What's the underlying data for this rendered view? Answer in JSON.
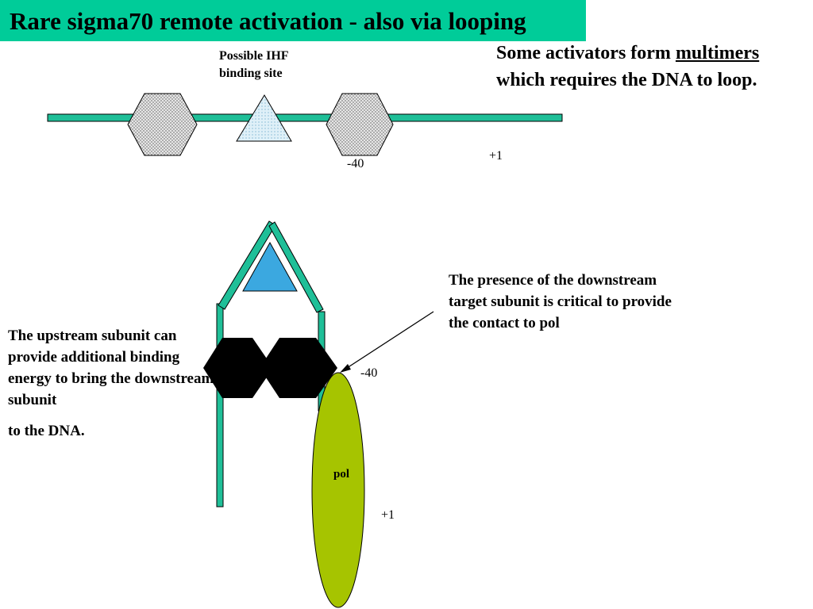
{
  "title": "Rare sigma70 remote activation - also via looping",
  "ihf_label": {
    "line1": "Possible IHF",
    "line2": "binding site"
  },
  "activators_note": {
    "before": "Some activators form ",
    "underlined": "multimers",
    "after": " which requires the DNA to loop."
  },
  "top_markers": {
    "minus40": "-40",
    "plus1": "+1"
  },
  "downstream_note": "The presence of the downstream target subunit is critical to provide the contact to pol",
  "upstream_note": {
    "main": "The upstream subunit can provide additional binding energy to bring the downstream subunit",
    "last": "to the DNA."
  },
  "bottom_markers": {
    "minus40": "-40",
    "plus1": "+1"
  },
  "pol_label": "pol",
  "colors": {
    "title_bg": "#00cc99",
    "dna": "#1fbf98",
    "dna_stroke": "#000000",
    "activator_fill": "#d9d9d9",
    "ihf_top_fill": "#d6ecf7",
    "ihf_bottom_fill": "#3ba8e0",
    "looped_activator": "#000000",
    "pol_fill": "#a6c400"
  }
}
